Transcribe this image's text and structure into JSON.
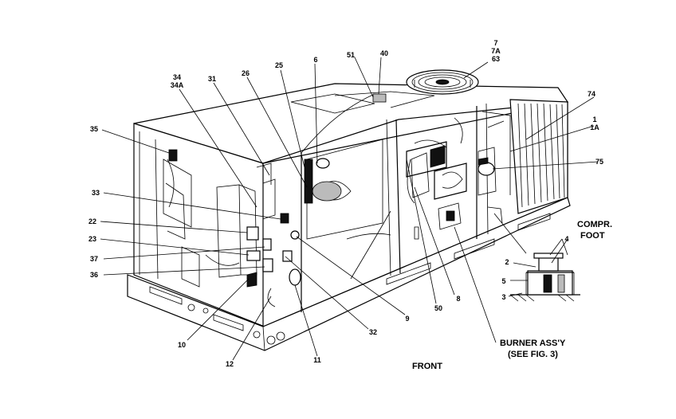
{
  "callouts": [
    {
      "id": "c7",
      "text": "7"
    },
    {
      "id": "c7a",
      "text": "7A"
    },
    {
      "id": "c63",
      "text": "63"
    },
    {
      "id": "c51",
      "text": "51"
    },
    {
      "id": "c40",
      "text": "40"
    },
    {
      "id": "c25",
      "text": "25"
    },
    {
      "id": "c6",
      "text": "6"
    },
    {
      "id": "c26",
      "text": "26"
    },
    {
      "id": "c31",
      "text": "31"
    },
    {
      "id": "c34",
      "text": "34"
    },
    {
      "id": "c34a",
      "text": "34A"
    },
    {
      "id": "c35",
      "text": "35"
    },
    {
      "id": "c74",
      "text": "74"
    },
    {
      "id": "c1",
      "text": "1"
    },
    {
      "id": "c1a",
      "text": "1A"
    },
    {
      "id": "c75",
      "text": "75"
    },
    {
      "id": "c33",
      "text": "33"
    },
    {
      "id": "c22",
      "text": "22"
    },
    {
      "id": "c23",
      "text": "23"
    },
    {
      "id": "c37",
      "text": "37"
    },
    {
      "id": "c36",
      "text": "36"
    },
    {
      "id": "c10",
      "text": "10"
    },
    {
      "id": "c12",
      "text": "12"
    },
    {
      "id": "c11",
      "text": "11"
    },
    {
      "id": "c32",
      "text": "32"
    },
    {
      "id": "c9",
      "text": "9"
    },
    {
      "id": "c50",
      "text": "50"
    },
    {
      "id": "c8",
      "text": "8"
    },
    {
      "id": "c4",
      "text": "4"
    },
    {
      "id": "c2",
      "text": "2"
    },
    {
      "id": "c5",
      "text": "5"
    },
    {
      "id": "c3",
      "text": "3"
    }
  ],
  "labels": {
    "compr_line1": "COMPR.",
    "compr_line2": "FOOT",
    "burner_line1": "BURNER ASS'Y",
    "burner_line2": "(SEE FIG. 3)",
    "front": "FRONT"
  }
}
